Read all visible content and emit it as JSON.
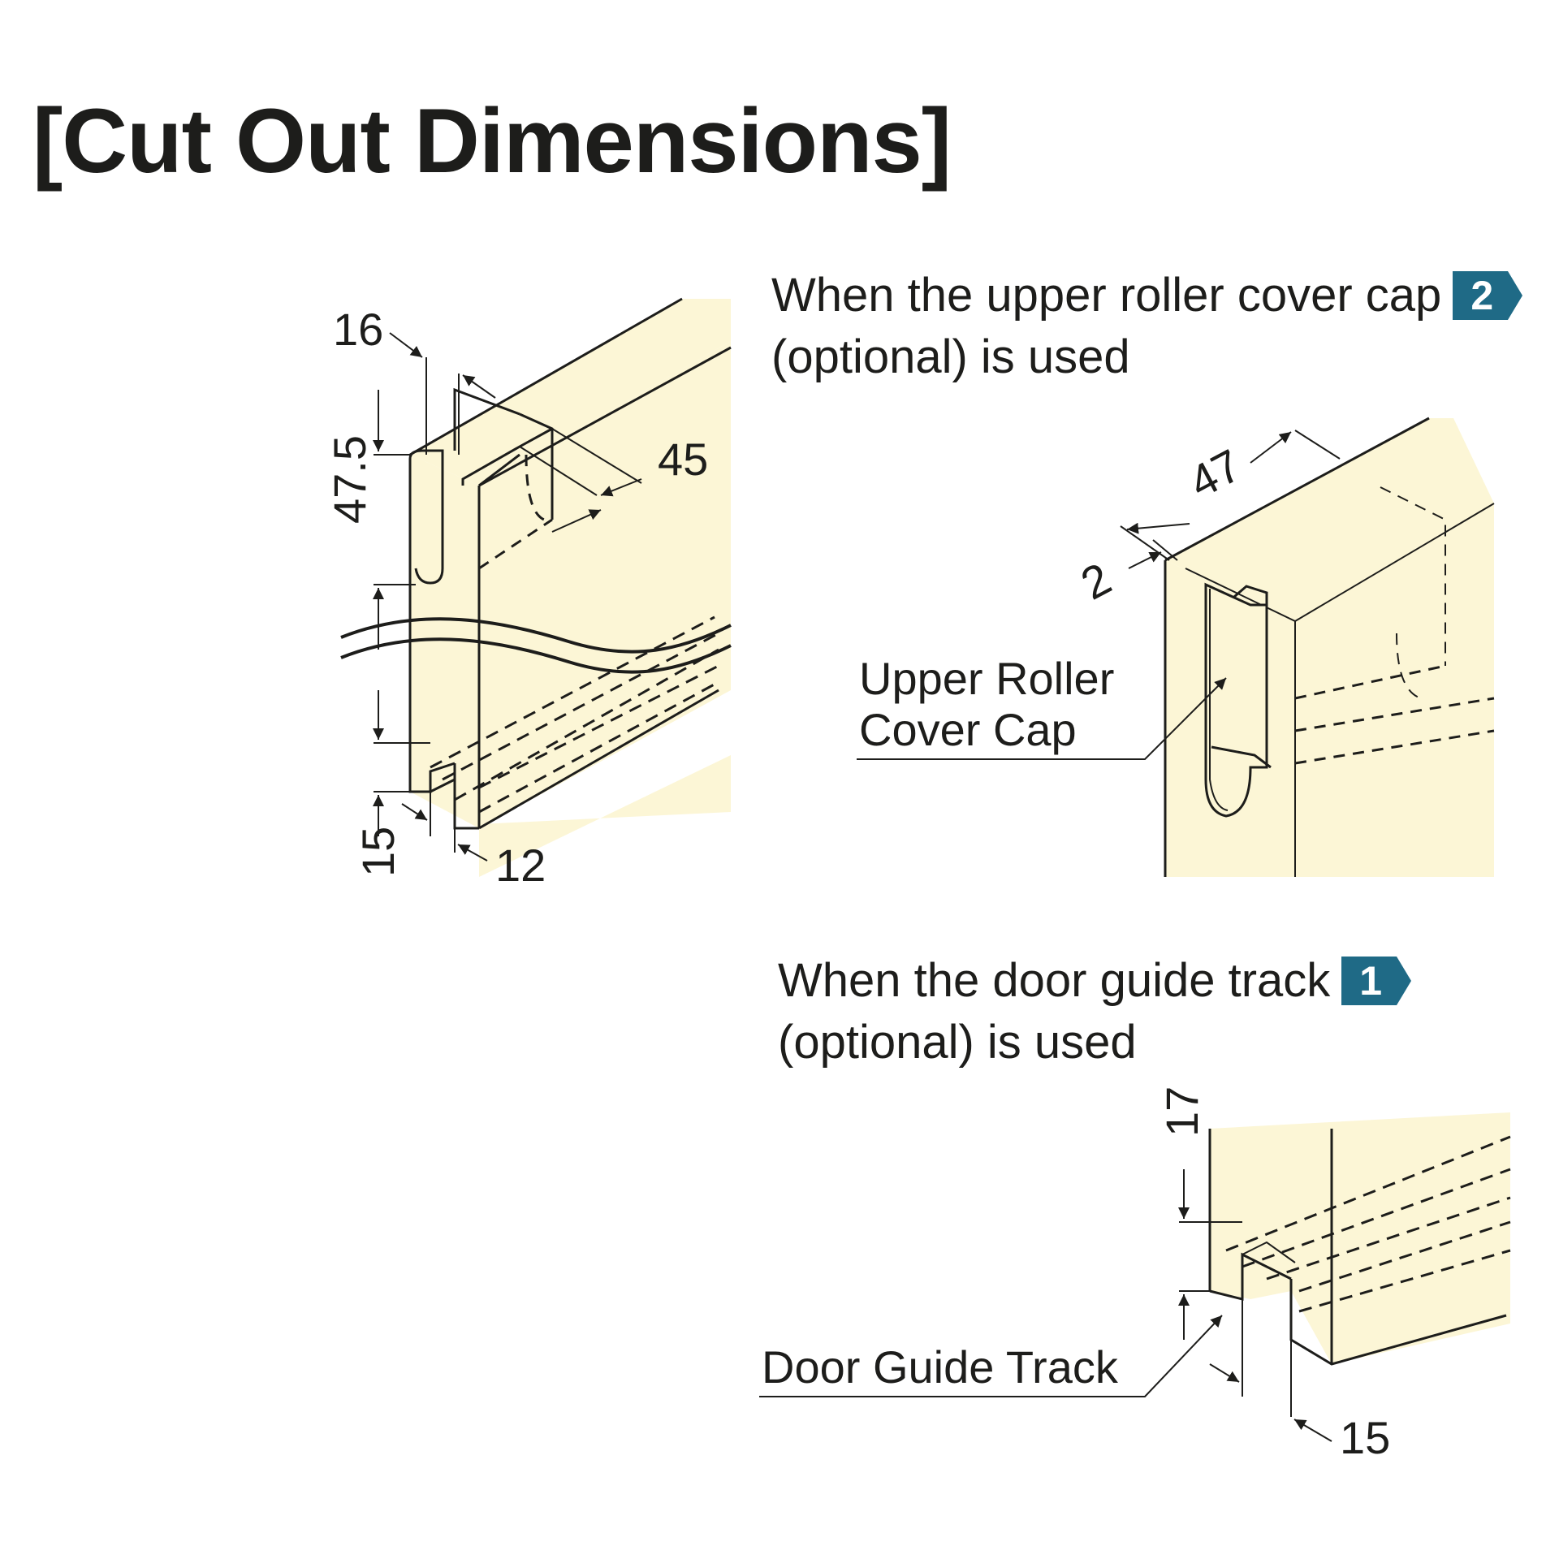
{
  "title": "[Cut Out Dimensions]",
  "colors": {
    "panel_fill": "#fcf6d6",
    "line": "#1d1d1b",
    "badge": "#1f6a86",
    "background": "#ffffff"
  },
  "diagram_main": {
    "dim_width": "16",
    "dim_height": "47.5",
    "dim_depth": "45",
    "dim_bottom_height": "15",
    "dim_bottom_width": "12"
  },
  "section_cap": {
    "caption_line1": "When the upper roller cover cap",
    "caption_line2": "(optional) is used",
    "badge": "2",
    "dim_depth": "47",
    "dim_offset": "2",
    "label_line1": "Upper Roller",
    "label_line2": "Cover Cap"
  },
  "section_track": {
    "caption_line1": "When the door guide track",
    "caption_line2": "(optional) is used",
    "badge": "1",
    "dim_height": "17",
    "dim_width": "15",
    "label": "Door Guide Track"
  }
}
